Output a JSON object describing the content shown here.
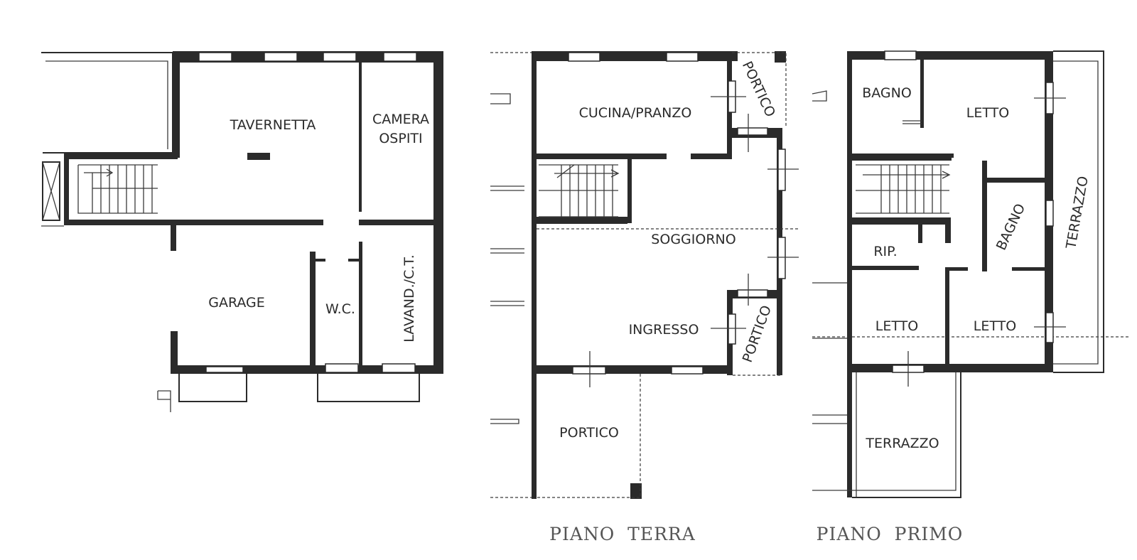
{
  "floors": {
    "basement": {
      "rooms": {
        "tavernetta": "TAVERNETTA",
        "camera_ospiti_1": "CAMERA",
        "camera_ospiti_2": "OSPITI",
        "garage": "GARAGE",
        "wc": "W.C.",
        "lavanderia": "LAVAND./C.T."
      }
    },
    "piano_terra": {
      "title": "PIANO  TERRA",
      "rooms": {
        "cucina": "CUCINA/PRANZO",
        "portico_top": "PORTICO",
        "soggiorno": "SOGGIORNO",
        "ingresso": "INGRESSO",
        "portico_side": "PORTICO",
        "portico_bottom": "PORTICO"
      }
    },
    "piano_primo": {
      "title": "PIANO  PRIMO",
      "rooms": {
        "bagno_top": "BAGNO",
        "letto_top": "LETTO",
        "bagno_mid": "BAGNO",
        "terrazzo_side": "TERRAZZO",
        "rip": "RIP.",
        "letto_left": "LETTO",
        "letto_right": "LETTO",
        "terrazzo_bottom": "TERRAZZO"
      }
    }
  }
}
